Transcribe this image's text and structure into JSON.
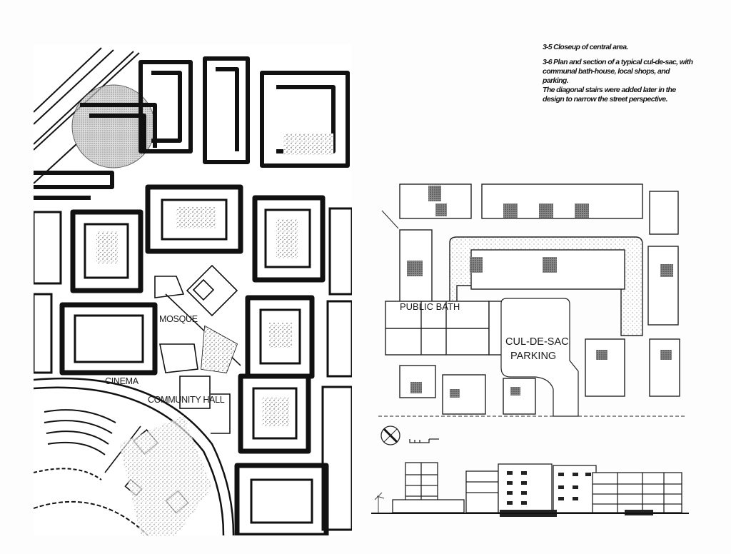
{
  "captions": [
    {
      "number": "3-5",
      "text": "Closeup of central area."
    },
    {
      "number": "3-6",
      "text": "Plan and section of a typical cul-de-sac, with communal bath-house, local shops, and parking.",
      "note": "The diagonal stairs were added later in the design to narrow the street perspective."
    }
  ],
  "site_plan": {
    "labels": {
      "mosque": "MOSQUE",
      "cinema": "CINEMA",
      "community_hall": "COMMUNITY HALL"
    }
  },
  "cul_de_sac_plan": {
    "labels": {
      "public_bath": "PUBLIC BATH",
      "parking_line1": "CUL-DE-SAC",
      "parking_line2": "PARKING"
    }
  },
  "symbols": {
    "north_arrow": "north-arrow-icon",
    "scale_bar": "scale-bar"
  },
  "colors": {
    "ink": "#111111",
    "paper": "#fdfdfd",
    "highlight_circle": "#9a9a9a",
    "stipple": "#b8b8b8"
  }
}
